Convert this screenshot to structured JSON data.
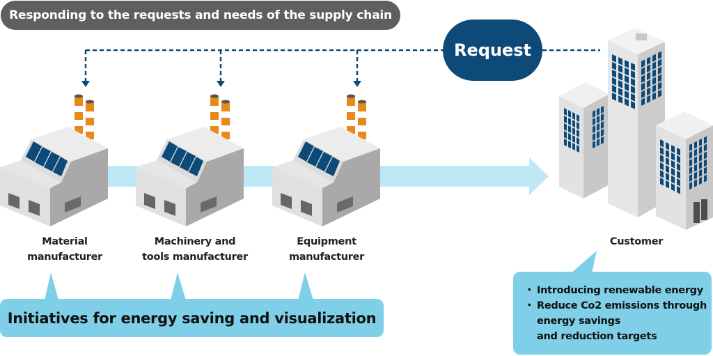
{
  "header": {
    "banner": "Responding to the requests and needs of the supply chain"
  },
  "request": {
    "label": "Request"
  },
  "manufacturers": [
    {
      "line1": "Material",
      "line2": "manufacturer"
    },
    {
      "line1": "Machinery and",
      "line2": "tools manufacturer"
    },
    {
      "line1": "Equipment",
      "line2": "manufacturer"
    }
  ],
  "customer": {
    "label": "Customer",
    "bullets": [
      "Introducing renewable energy",
      "Reduce Co2 emissions through energy savings and reduction targets"
    ],
    "bullet_lines": [
      "Introducing renewable energy",
      "Reduce Co2 emissions through",
      "energy savings",
      "and reduction targets"
    ]
  },
  "initiatives": {
    "label": "Initiatives for energy saving and visualization"
  },
  "colors": {
    "banner_bg": "#5f5f5f",
    "request_bg": "#0d4a78",
    "flow_arrow": "#bfe8f5",
    "callout_bg": "#7fcfe8",
    "chimney": "#e8891a",
    "panel": "#0d4a78"
  }
}
